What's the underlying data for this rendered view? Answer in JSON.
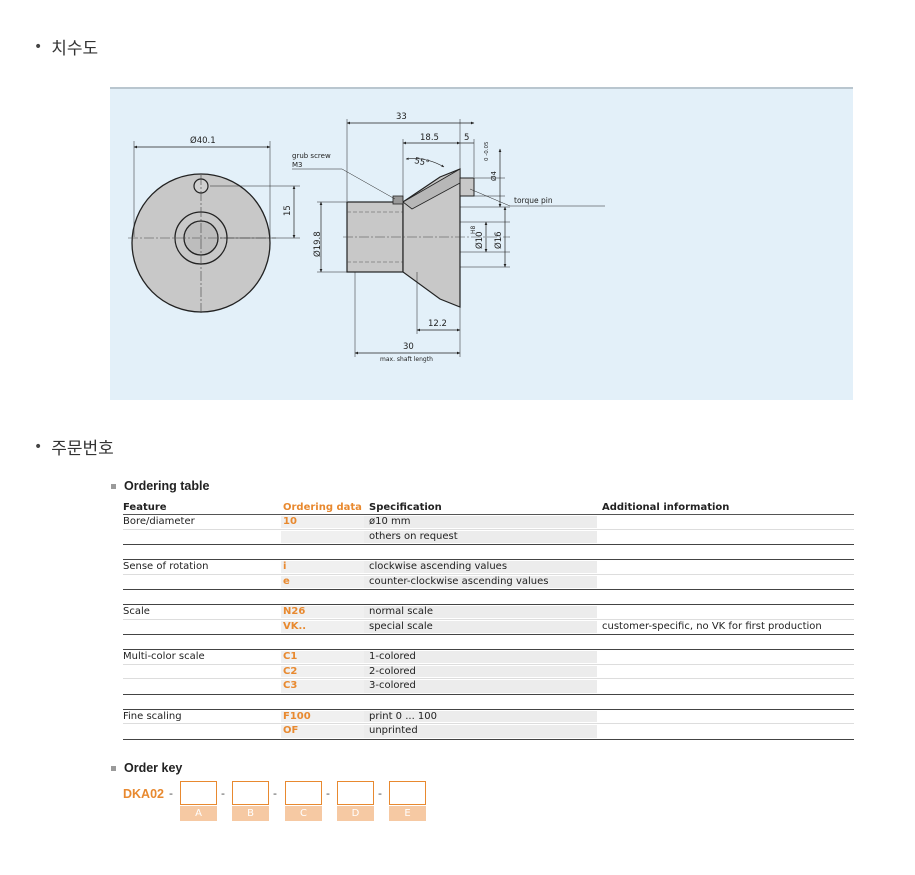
{
  "sections": {
    "dimensions_title": "치수도",
    "order_title": "주문번호"
  },
  "drawing": {
    "dim_diameter_outer": "Ø40.1",
    "dim_offset": "15",
    "dim_total_length": "33",
    "dim_shaft_part": "18.5",
    "dim_pin_part": "5",
    "dim_angle": "55°",
    "dim_pin_tolerance": "0\n-0.05",
    "dim_pin_dia": "Ø4",
    "dim_shaft_dia": "Ø19.8",
    "dim_bore_fit": "H8",
    "dim_bore_dia": "Ø10",
    "dim_hub_dia": "Ø16",
    "dim_hub_length": "12.2",
    "dim_max_shaft": "30",
    "dim_max_shaft_label": "max. shaft length",
    "label_grub_screw": "grub screw",
    "label_m3": "M3",
    "label_torque_pin": "torque pin"
  },
  "ordering_table": {
    "title": "Ordering table",
    "headers": {
      "feature": "Feature",
      "code": "Ordering data",
      "spec": "Specification",
      "info": "Additional information"
    },
    "groups": [
      {
        "feature": "Bore/diameter",
        "letter": "A",
        "rows": [
          {
            "code": "10",
            "spec": "ø10 mm",
            "info": ""
          },
          {
            "code": "",
            "spec": "others on request",
            "info": ""
          }
        ]
      },
      {
        "feature": "Sense of rotation",
        "letter": "B",
        "rows": [
          {
            "code": "i",
            "spec": "clockwise ascending values",
            "info": ""
          },
          {
            "code": "e",
            "spec": "counter-clockwise ascending values",
            "info": ""
          }
        ]
      },
      {
        "feature": "Scale",
        "letter": "C",
        "rows": [
          {
            "code": "N26",
            "spec": "normal scale",
            "info": ""
          },
          {
            "code": "VK..",
            "spec": "special scale",
            "info": "customer-specific, no VK for first production"
          }
        ]
      },
      {
        "feature": "Multi-color scale",
        "letter": "D",
        "rows": [
          {
            "code": "C1",
            "spec": "1-colored",
            "info": ""
          },
          {
            "code": "C2",
            "spec": "2-colored",
            "info": ""
          },
          {
            "code": "C3",
            "spec": "3-colored",
            "info": ""
          }
        ]
      },
      {
        "feature": "Fine scaling",
        "letter": "E",
        "rows": [
          {
            "code": "F100",
            "spec": "print 0 ... 100",
            "info": ""
          },
          {
            "code": "OF",
            "spec": "unprinted",
            "info": ""
          }
        ]
      }
    ]
  },
  "order_key": {
    "title": "Order key",
    "prefix": "DKA02",
    "separator": "-",
    "slots": [
      "A",
      "B",
      "C",
      "D",
      "E"
    ]
  },
  "colors": {
    "accent": "#e8892f",
    "drawing_bg": "#e3f0f9",
    "part_fill": "#c8c8c8"
  }
}
